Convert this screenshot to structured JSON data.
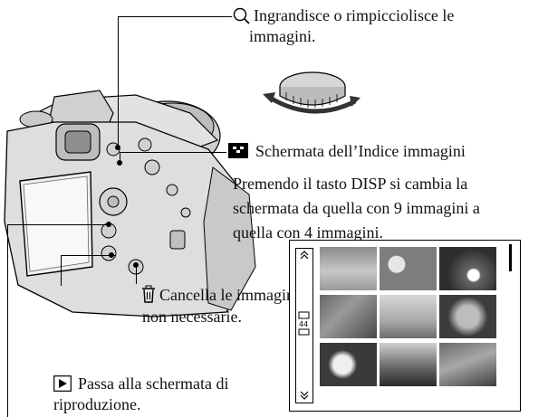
{
  "callouts": {
    "zoom": {
      "icon": "magnifier-icon",
      "line1": "Ingrandisce o rimpicciolisce le",
      "line2": "immagini."
    },
    "index": {
      "icon": "index-grid-icon",
      "title": "Schermata dell’Indice immagini",
      "lines": [
        "Premendo il tasto DISP si cambia la",
        "schermata da quella con 9 immagini a",
        "quella con 4 immagini."
      ]
    },
    "delete": {
      "icon": "trash-icon",
      "line1": "Cancella le immagini",
      "line2": "non necessarie."
    },
    "playback": {
      "icon": "play-icon",
      "line1": "Passa alla schermata di",
      "line2": "riproduzione."
    }
  },
  "colors": {
    "ink": "#000000",
    "camera": "#d9d9d9"
  }
}
